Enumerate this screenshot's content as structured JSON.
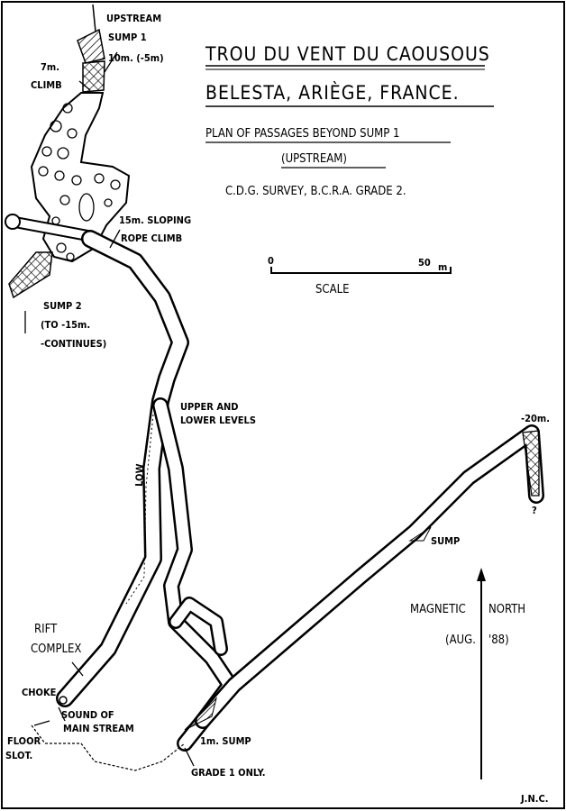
{
  "title": {
    "line1": "TROU DU VENT DU CAOUSOUS",
    "line2": "BELESTA, ARIÈGE, FRANCE.",
    "line3": "PLAN OF PASSAGES BEYOND SUMP 1",
    "line4": "(UPSTREAM)",
    "survey": "C.D.G. SURVEY, B.C.R.A. GRADE 2."
  },
  "scale": {
    "start": "0",
    "end": "50",
    "unit": "m",
    "label": "SCALE"
  },
  "north": {
    "label_left": "MAGNETIC",
    "label_right": "NORTH",
    "date_left": "(AUG.",
    "date_right": "'88)"
  },
  "labels": {
    "upstream": "UPSTREAM",
    "sump1": "SUMP 1",
    "sump1_depth": "10m. (-5m)",
    "climb7_a": "7m.",
    "climb7_b": "CLIMB",
    "rope_a": "15m. SLOPING",
    "rope_b": "ROPE CLIMB",
    "sump2_a": "SUMP 2",
    "sump2_b": "(TO -15m.",
    "sump2_c": "-CONTINUES)",
    "levels_a": "UPPER AND",
    "levels_b": "LOWER LEVELS",
    "low": "LOW",
    "minus20": "-20m.",
    "question": "?",
    "sump": "SUMP",
    "rift_a": "RIFT",
    "rift_b": "COMPLEX",
    "choke": "CHOKE",
    "sound_a": "SOUND OF",
    "sound_b": "MAIN STREAM",
    "floor_a": "FLOOR",
    "floor_b": "SLOT.",
    "sump1m": "1m. SUMP",
    "grade1": "GRADE 1 ONLY."
  },
  "author": "J.N.C."
}
